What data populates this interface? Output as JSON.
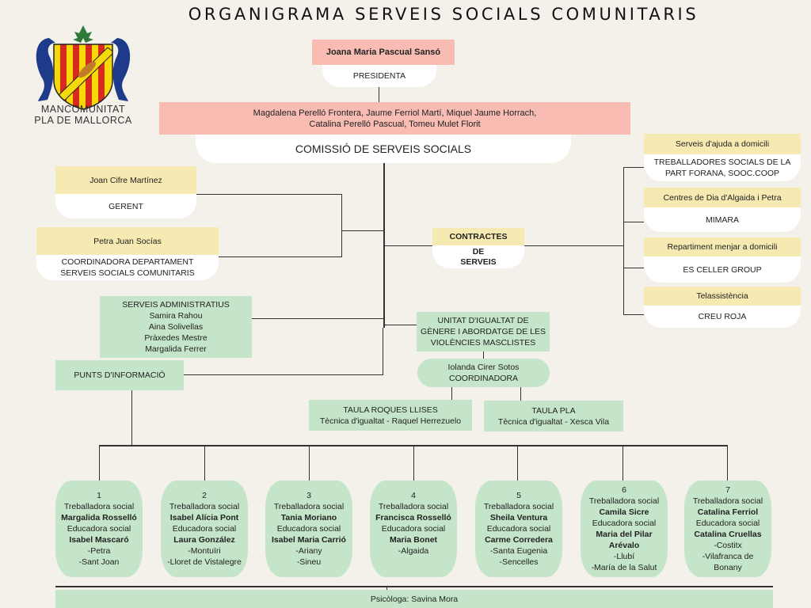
{
  "title": "ORGANIGRAMA SERVEIS SOCIALS COMUNITARIS",
  "logo": {
    "icon": "coat-of-arms-icon",
    "line1": "MANCOMUNITAT",
    "line2": "PLA DE MALLORCA"
  },
  "colors": {
    "background": "#f4f0ea",
    "pink": "#f8bcb3",
    "yellow": "#f6e9b1",
    "green": "#c4e5c9",
    "white": "#ffffff",
    "lines": "#333333"
  },
  "president": {
    "name": "Joana Maria Pascual Sansó",
    "role": "PRESIDENTA"
  },
  "commission": {
    "members_line1": "Magdalena Perelló Frontera, Jaume Ferriol Martí, Miquel Jaume Horrach,",
    "members_line2": "Catalina Perelló Pascual, Tomeu Mulet Florit",
    "name": "COMISSIÓ DE SERVEIS SOCIALS"
  },
  "gerent": {
    "name": "Joan Cifre Martínez",
    "role": "GERENT"
  },
  "coordinator": {
    "name": "Petra Juan Socías",
    "role_line1": "COORDINADORA DEPARTAMENT",
    "role_line2": "SERVEIS SOCIALS  COMUNITARIS"
  },
  "admin": {
    "title": "SERVEIS ADMINISTRATIUS",
    "members": [
      "Samira Rahou",
      "Aina Solivellas",
      "Pràxedes Mestre",
      "Margalida Ferrer"
    ]
  },
  "info_points": "PUNTS D'INFORMACIÓ",
  "contracts": {
    "line1": "CONTRACTES",
    "line2": "DE",
    "line3": "SERVEIS"
  },
  "services": [
    {
      "service": "Serveis d'ajuda a domicili",
      "provider_line1": "TREBALLADORES SOCIALS DE LA",
      "provider_line2": "PART FORANA, SOOC.COOP"
    },
    {
      "service": "Centres de Dia d'Algaida i Petra",
      "provider_line1": "MIMARA",
      "provider_line2": ""
    },
    {
      "service": "Repartiment menjar a domicili",
      "provider_line1": "ES CELLER GROUP",
      "provider_line2": ""
    },
    {
      "service": "Telassistència",
      "provider_line1": "CREU ROJA",
      "provider_line2": ""
    }
  ],
  "equality_unit": {
    "line1": "UNITAT D'IGUALTAT DE",
    "line2": "GÈNERE I ABORDATGE DE LES",
    "line3": "VIOLÈNCIES MASCLISTES",
    "coordinator_name": "Iolanda Cirer Sotos",
    "coordinator_role": "COORDINADORA",
    "tables": [
      {
        "name": "TAULA ROQUES LLISES",
        "tech": "Tècnica d'igualtat - Raquel Herrezuelo"
      },
      {
        "name": "TAULA PLA",
        "tech": "Tècnica d'igualtat - Xesca Vila"
      }
    ]
  },
  "zones": [
    {
      "num": "1",
      "ts_label": "Treballadora social",
      "ts": "Margalida Rosselló",
      "es_label": "Educadora social",
      "es": "Isabel Mascaró",
      "towns": [
        "-Petra",
        "-Sant Joan"
      ]
    },
    {
      "num": "2",
      "ts_label": "Treballadora social",
      "ts": "Isabel Alícia Pont",
      "es_label": "Educadora social",
      "es": "Laura González",
      "towns": [
        "-Montuïri",
        "-Lloret de Vistalegre"
      ]
    },
    {
      "num": "3",
      "ts_label": "Treballadora social",
      "ts": "Tania Moriano",
      "es_label": "Educadora social",
      "es": "Isabel Maria Carrió",
      "towns": [
        "-Ariany",
        "-Sineu"
      ]
    },
    {
      "num": "4",
      "ts_label": "Treballadora social",
      "ts": "Francisca Rosselló",
      "es_label": "Educadora social",
      "es": "Maria Bonet",
      "towns": [
        "-Algaida"
      ]
    },
    {
      "num": "5",
      "ts_label": "Treballadora social",
      "ts": "Sheila Ventura",
      "es_label": "Educadora social",
      "es": "Carme Corredera",
      "towns": [
        "-Santa Eugenia",
        "-Sencelles"
      ]
    },
    {
      "num": "6",
      "ts_label": "Treballadora social",
      "ts": "Camila Sicre",
      "es_label": "Educadora social",
      "es": "Maria del Pilar Arévalo",
      "towns": [
        "-Llubí",
        "-María de la Salut"
      ]
    },
    {
      "num": "7",
      "ts_label": "Treballadora social",
      "ts": "Catalina Ferriol",
      "es_label": "Educadora social",
      "es": "Catalina Cruellas",
      "towns": [
        "-Costitx",
        "-Vilafranca de Bonany"
      ]
    }
  ],
  "psychologist": "Psicòloga:  Savina Mora"
}
